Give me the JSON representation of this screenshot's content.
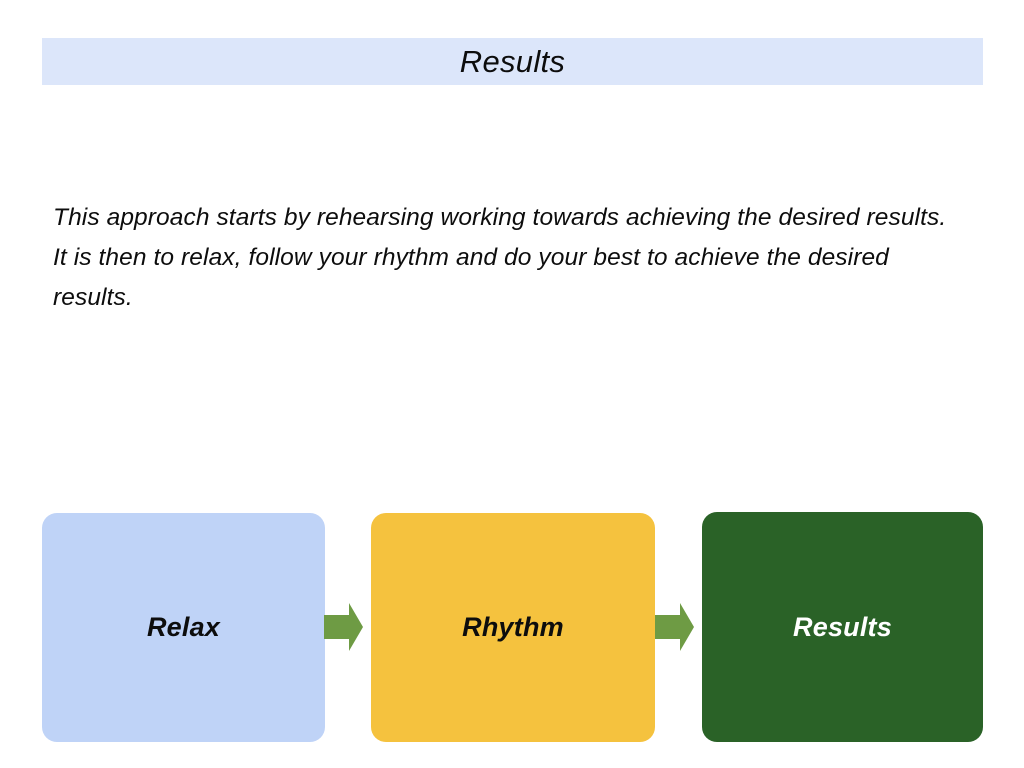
{
  "slide": {
    "title": "Results",
    "body_paragraph": "This approach starts by rehearsing working towards achieving the desired results. It is then to relax, follow your rhythm and do your best to achieve the desired results.",
    "colors": {
      "title_band": "#DCE6FA",
      "box_relax": "#BFD3F7",
      "box_rhythm": "#F5C23E",
      "box_results": "#2A6227",
      "arrow": "#6E9B44",
      "text_dark": "#0D0D0D",
      "text_light": "#FFFFFF",
      "background": "#FFFFFF"
    },
    "flow": {
      "steps": [
        {
          "label": "Relax",
          "fill": "#BFD3F7",
          "text_color": "#0D0D0D"
        },
        {
          "label": "Rhythm",
          "fill": "#F5C23E",
          "text_color": "#0D0D0D"
        },
        {
          "label": "Results",
          "fill": "#2A6227",
          "text_color": "#FFFFFF"
        }
      ],
      "connectors": [
        {
          "icon": "right-arrow-icon",
          "color": "#6E9B44"
        },
        {
          "icon": "right-arrow-icon",
          "color": "#6E9B44"
        }
      ]
    }
  }
}
